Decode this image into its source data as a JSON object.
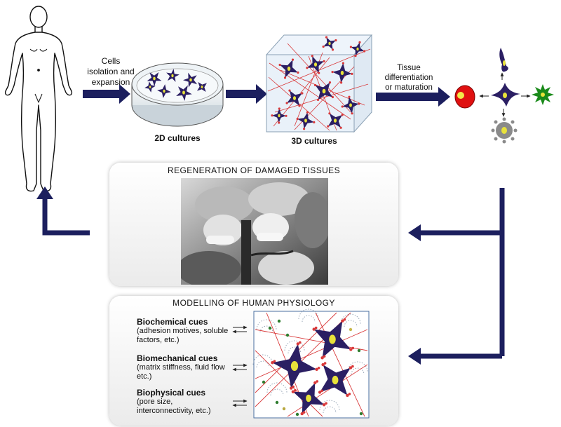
{
  "top_flow": {
    "step1_label": [
      "Cells",
      "isolation and",
      "expansion"
    ],
    "step2_label": "2D cultures",
    "step3_label": "3D cultures",
    "step4_label": [
      "Tissue",
      "differentiation",
      "or maturation"
    ]
  },
  "regeneration_panel": {
    "title": "REGENERATION  OF DAMAGED TISSUES"
  },
  "modelling_panel": {
    "title": "MODELLING OF HUMAN PHYSIOLOGY",
    "cues": [
      {
        "heading": "Biochemical cues",
        "detail": "(adhesion motives, soluble factors, etc.)"
      },
      {
        "heading": "Biomechanical cues",
        "detail": "(matrix stiffness, fluid flow etc.)"
      },
      {
        "heading": "Biophysical  cues",
        "detail": "(pore size, interconnectivity, etc.)"
      }
    ]
  },
  "colors": {
    "arrow": "#1c1f5e",
    "cell": "#2b1f63",
    "nucleus": "#e8e23a",
    "fiber": "#d9393a",
    "red_cell": "#e01010",
    "green_cell": "#1a8a1a",
    "grey_cell": "#8a8a8a"
  },
  "icons": [
    "human-figure-icon",
    "petri-dish-icon",
    "scaffold-cube-icon",
    "differentiation-cells-icon",
    "surgery-photo",
    "scaffold-closeup-icon",
    "double-arrow-icon"
  ]
}
